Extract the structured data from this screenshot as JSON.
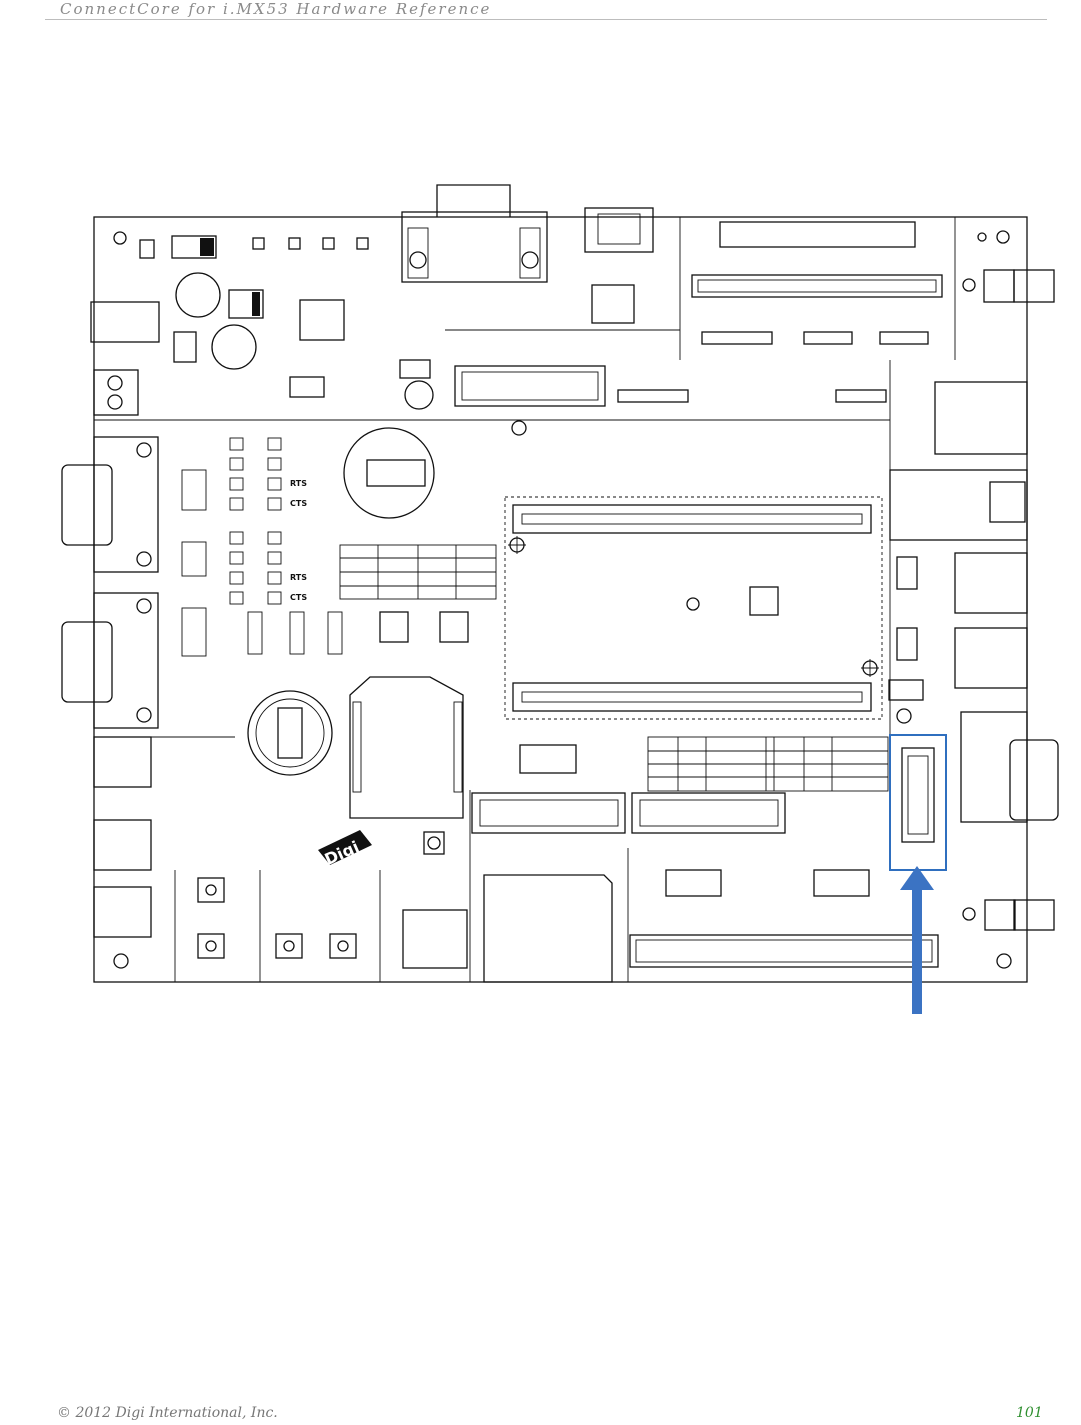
{
  "header": {
    "title": "ConnectCore for i.MX53 Hardware Reference"
  },
  "footer": {
    "copyright": "© 2012 Digi International, Inc.",
    "page_number": "101"
  },
  "figure": {
    "silkscreen_labels": [
      "RTS",
      "CTS",
      "RTS",
      "CTS"
    ],
    "logo_text": "Digi",
    "highlight_color": "#2f6fbf",
    "arrow_color": "#3b73c3",
    "icons": [
      "arrow-up-icon",
      "crosshair-icon"
    ]
  }
}
